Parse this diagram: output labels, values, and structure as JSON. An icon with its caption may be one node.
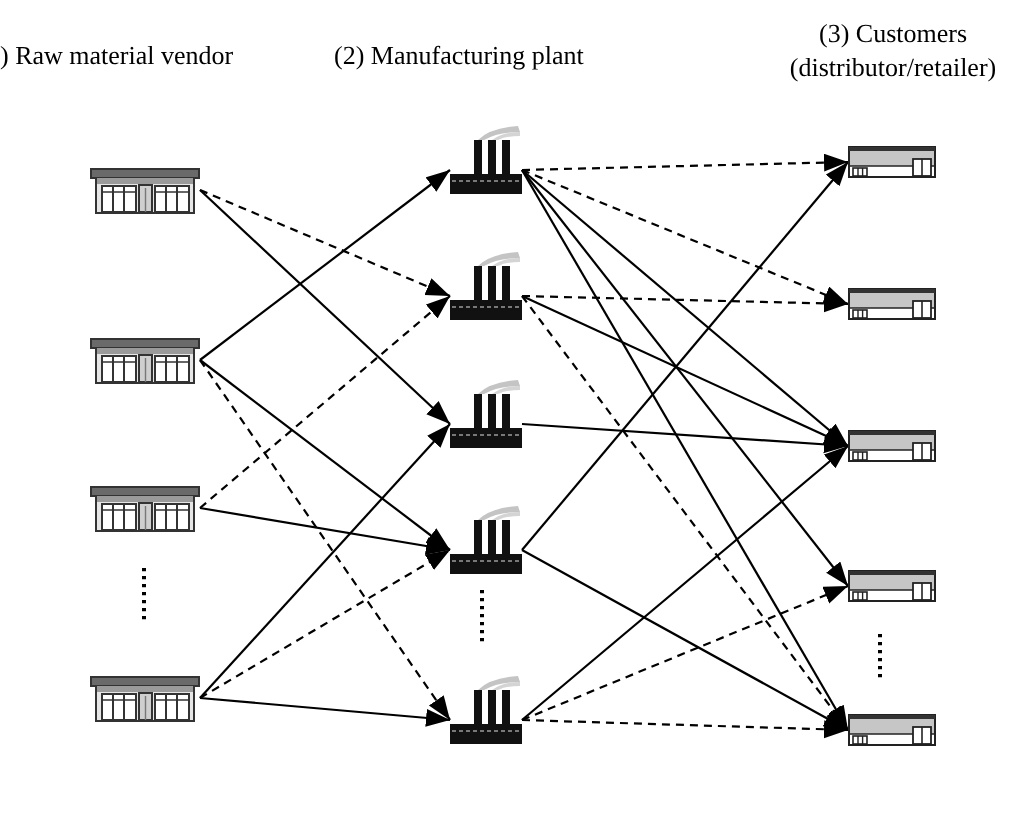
{
  "diagram": {
    "nodes": [
      {
        "text": [],
        "shape": "picture"
      },
      {
        "text": [],
        "shape": "picture"
      },
      {
        "text": [],
        "shape": "picture"
      },
      {
        "text": [],
        "shape": "picture"
      },
      {
        "text": [],
        "shape": "picture"
      },
      {
        "text": [],
        "shape": "picture"
      },
      {
        "text": [],
        "shape": "picture"
      },
      {
        "text": [],
        "shape": "picture"
      },
      {
        "text": [],
        "shape": "picture"
      },
      {
        "text": [],
        "shape": "picture"
      },
      {
        "text": [],
        "shape": "picture"
      },
      {
        "text": [],
        "shape": "picture"
      },
      {
        "text": [],
        "shape": "picture"
      },
      {
        "text": [],
        "shape": "picture"
      }
    ],
    "edges": [
      {
        "from": 0,
        "to": 5,
        "arrow": "to",
        "style": "dashed"
      },
      {
        "from": 0,
        "to": 6,
        "arrow": "to"
      },
      {
        "from": 1,
        "to": 4,
        "arrow": "to"
      },
      {
        "from": 1,
        "to": 7,
        "arrow": "to"
      },
      {
        "from": 1,
        "to": 8,
        "arrow": "to",
        "style": "dashed"
      },
      {
        "from": 2,
        "to": 5,
        "arrow": "to",
        "style": "dashed"
      },
      {
        "from": 2,
        "to": 7,
        "arrow": "to"
      },
      {
        "from": 3,
        "to": 6,
        "arrow": "to"
      },
      {
        "from": 3,
        "to": 7,
        "arrow": "to",
        "style": "dashed"
      },
      {
        "from": 3,
        "to": 8,
        "arrow": "to"
      },
      {
        "from": 4,
        "to": 9,
        "arrow": "to",
        "style": "dashed"
      },
      {
        "from": 4,
        "to": 10,
        "arrow": "to",
        "style": "dashed"
      },
      {
        "from": 4,
        "to": 11,
        "arrow": "to"
      },
      {
        "from": 4,
        "to": 12,
        "arrow": "to"
      },
      {
        "from": 4,
        "to": 13,
        "arrow": "to"
      },
      {
        "from": 5,
        "to": 10,
        "arrow": "to",
        "style": "dashed"
      },
      {
        "from": 5,
        "to": 11,
        "arrow": "to"
      },
      {
        "from": 5,
        "to": 13,
        "arrow": "to",
        "style": "dashed"
      },
      {
        "from": 6,
        "to": 11,
        "arrow": "to"
      },
      {
        "from": 7,
        "to": 9,
        "arrow": "to"
      },
      {
        "from": 7,
        "to": 13,
        "arrow": "to"
      },
      {
        "from": 8,
        "to": 11,
        "arrow": "to"
      },
      {
        "from": 8,
        "to": 12,
        "arrow": "to",
        "style": "dashed"
      },
      {
        "from": 8,
        "to": 13,
        "arrow": "to",
        "style": "dashed"
      }
    ],
    "labels": [
      ") Raw material vendor",
      "(2) Manufacturing plant",
      "(3) Customers (distributor/retailer)"
    ]
  }
}
